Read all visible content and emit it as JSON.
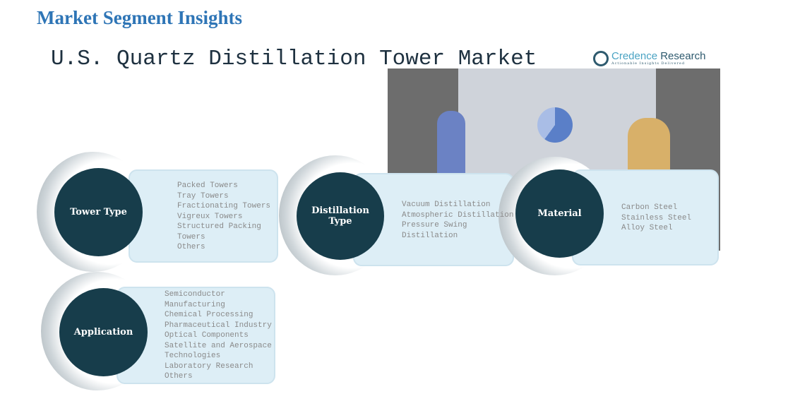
{
  "heading": "Market Segment Insights",
  "title": "U.S. Quartz Distillation Tower Market",
  "logo": {
    "brand_a": "Credence",
    "brand_b": " Research",
    "tagline": "Actionable Insights Delivered"
  },
  "segments": [
    {
      "label": "Tower Type",
      "items": [
        "Packed Towers",
        "Tray Towers",
        "Fractionating Towers",
        "Vigreux Towers",
        "Structured Packing",
        "Towers",
        "Others"
      ]
    },
    {
      "label": "Distillation Type",
      "items": [
        "Vacuum Distillation",
        "Atmospheric Distillation",
        "Pressure Swing",
        "Distillation"
      ]
    },
    {
      "label": "Material",
      "items": [
        "Carbon Steel",
        "Stainless Steel",
        "Alloy Steel"
      ]
    },
    {
      "label": "Application",
      "items": [
        "Semiconductor",
        "Manufacturing",
        "Chemical Processing",
        "Pharmaceutical Industry",
        "Optical Components",
        "Satellite and Aerospace",
        "Technologies",
        "Laboratory Research",
        "Others"
      ]
    }
  ]
}
